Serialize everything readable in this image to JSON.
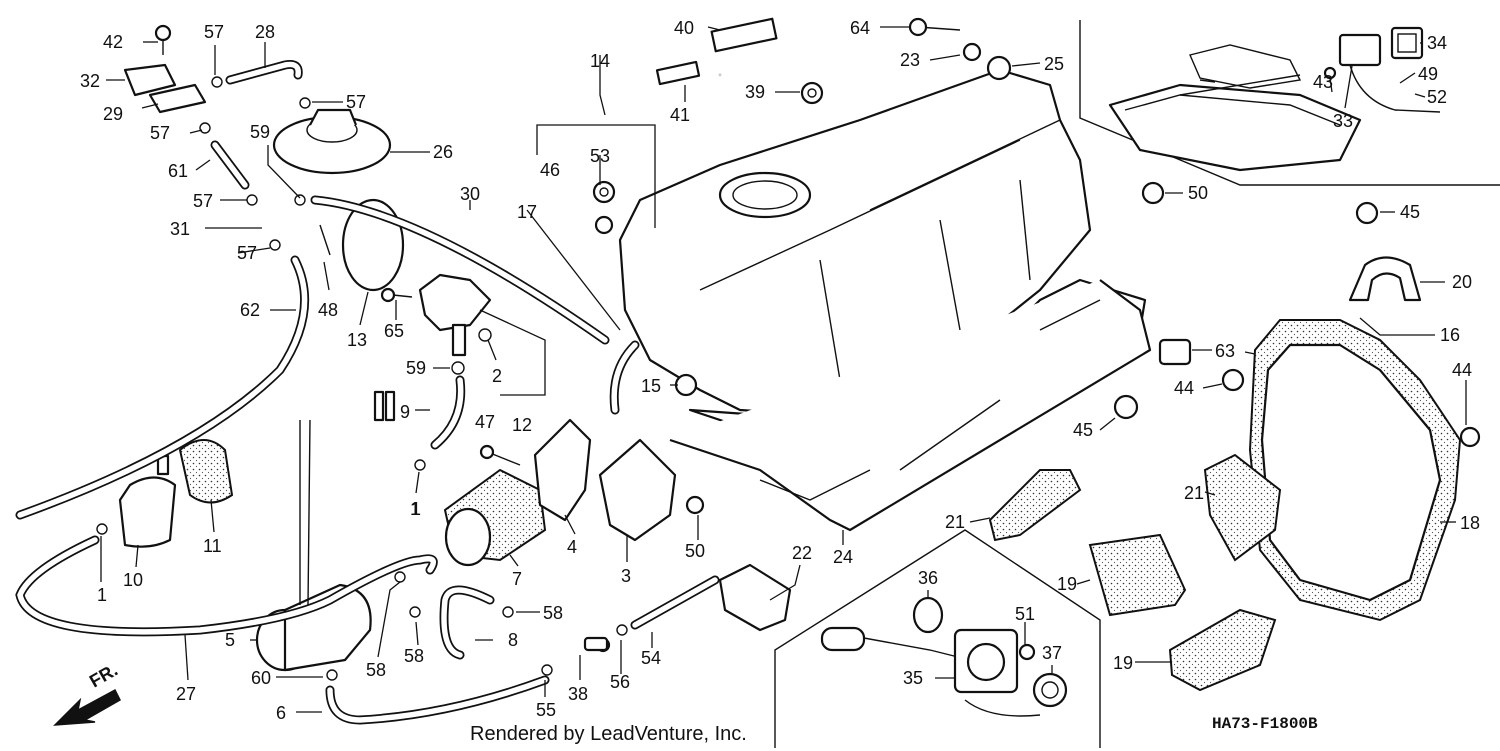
{
  "footer": {
    "credit": "Rendered by LeadVenture, Inc.",
    "diagram_code": "HA73-F1800B",
    "direction_label": "FR."
  },
  "callouts": [
    "1",
    "1",
    "1",
    "2",
    "3",
    "4",
    "5",
    "6",
    "7",
    "8",
    "9",
    "10",
    "11",
    "12",
    "13",
    "14",
    "15",
    "16",
    "17",
    "18",
    "19",
    "19",
    "20",
    "21",
    "21",
    "22",
    "23",
    "24",
    "25",
    "26",
    "27",
    "28",
    "29",
    "30",
    "31",
    "32",
    "33",
    "34",
    "35",
    "36",
    "37",
    "38",
    "39",
    "40",
    "41",
    "42",
    "43",
    "44",
    "44",
    "45",
    "45",
    "46",
    "47",
    "48",
    "49",
    "50",
    "50",
    "51",
    "52",
    "53",
    "54",
    "55",
    "56",
    "57",
    "57",
    "57",
    "57",
    "57",
    "58",
    "58",
    "58",
    "59",
    "59",
    "60",
    "61",
    "62",
    "63",
    "64",
    "65"
  ]
}
